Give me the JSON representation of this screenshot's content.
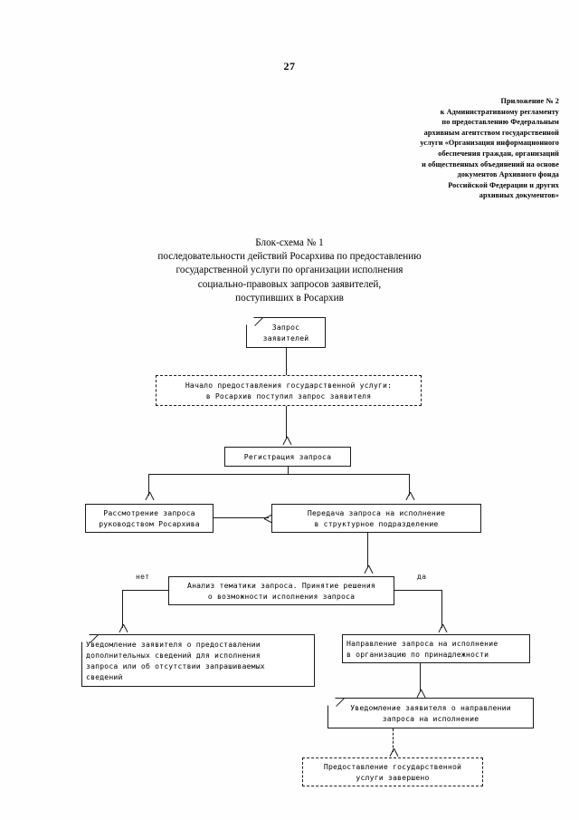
{
  "document": {
    "page_number": "27",
    "appendix": {
      "lines": [
        "Приложение № 2",
        "к Административному регламенту",
        "по предоставлению Федеральным",
        "архивным агентством государственной",
        "услуги «Организация информационного",
        "обеспечения граждан, организаций",
        "и общественных объединений на основе",
        "документов Архивного фонда",
        "Российской Федерации и других",
        "архивных документов»"
      ]
    },
    "title": {
      "lines": [
        "Блок-схема № 1",
        "последовательности действий Росархива по предоставлению",
        "государственной услуги по организации исполнения",
        "социально-правовых запросов заявителей,",
        "поступивших в Росархив"
      ]
    }
  },
  "chart_data": {
    "type": "diagram",
    "diagram_kind": "flowchart",
    "title": "Блок-схема № 1 последовательности действий Росархива по предоставлению государственной услуги по организации исполнения социально-правовых запросов заявителей, поступивших в Росархив",
    "nodes": [
      {
        "id": "n1",
        "shape": "document",
        "border": "solid",
        "align": "center",
        "lines": [
          "Запрос",
          "заявителей"
        ]
      },
      {
        "id": "n2",
        "shape": "rect",
        "border": "dashed",
        "align": "center",
        "lines": [
          "Начало предоставления государственной услуги:",
          "в Росархив поступил запрос заявителя"
        ]
      },
      {
        "id": "n3",
        "shape": "rect",
        "border": "solid",
        "align": "center",
        "lines": [
          "Регистрация запроса"
        ]
      },
      {
        "id": "n4",
        "shape": "rect",
        "border": "solid",
        "align": "center",
        "lines": [
          "Рассмотрение запроса",
          "руководством Росархива"
        ]
      },
      {
        "id": "n5",
        "shape": "rect",
        "border": "solid",
        "align": "center",
        "lines": [
          "Передача запроса на исполнение",
          "в структурное подразделение"
        ]
      },
      {
        "id": "n6",
        "shape": "rect",
        "border": "solid",
        "align": "center",
        "lines": [
          "Анализ тематики запроса. Принятие решения",
          "о возможности исполнения запроса"
        ]
      },
      {
        "id": "n7",
        "shape": "document",
        "border": "solid",
        "align": "left",
        "lines": [
          "Уведомление заявителя о предоставлении",
          "дополнительных сведений для исполнения",
          "запроса или об отсутствии запрашиваемых",
          "сведений"
        ]
      },
      {
        "id": "n8",
        "shape": "rect",
        "border": "solid",
        "align": "left",
        "lines": [
          "Направление запроса на исполнение",
          "в организацию по принадлежности"
        ]
      },
      {
        "id": "n9",
        "shape": "document",
        "border": "solid",
        "align": "center",
        "lines": [
          "Уведомление заявителя о направлении",
          "запроса на исполнение"
        ]
      },
      {
        "id": "n10",
        "shape": "rect",
        "border": "dashed",
        "align": "center",
        "lines": [
          "Предоставление государственной",
          "услуги завершено"
        ]
      }
    ],
    "edges": [
      {
        "from": "n1",
        "to": "n2",
        "label": ""
      },
      {
        "from": "n2",
        "to": "n3",
        "label": ""
      },
      {
        "from": "n3",
        "to": "n4",
        "label": ""
      },
      {
        "from": "n3",
        "to": "n5",
        "label": ""
      },
      {
        "from": "n4",
        "to": "n5",
        "label": ""
      },
      {
        "from": "n5",
        "to": "n6",
        "label": ""
      },
      {
        "from": "n6",
        "to": "n7",
        "label": "нет"
      },
      {
        "from": "n6",
        "to": "n8",
        "label": "да"
      },
      {
        "from": "n8",
        "to": "n9",
        "label": ""
      },
      {
        "from": "n9",
        "to": "n10",
        "label": ""
      }
    ],
    "branch_labels": {
      "no": "нет",
      "yes": "да"
    },
    "colors": {
      "stroke": "#1a1a1a",
      "fill": "#ffffff",
      "background": "#ffffff"
    }
  }
}
